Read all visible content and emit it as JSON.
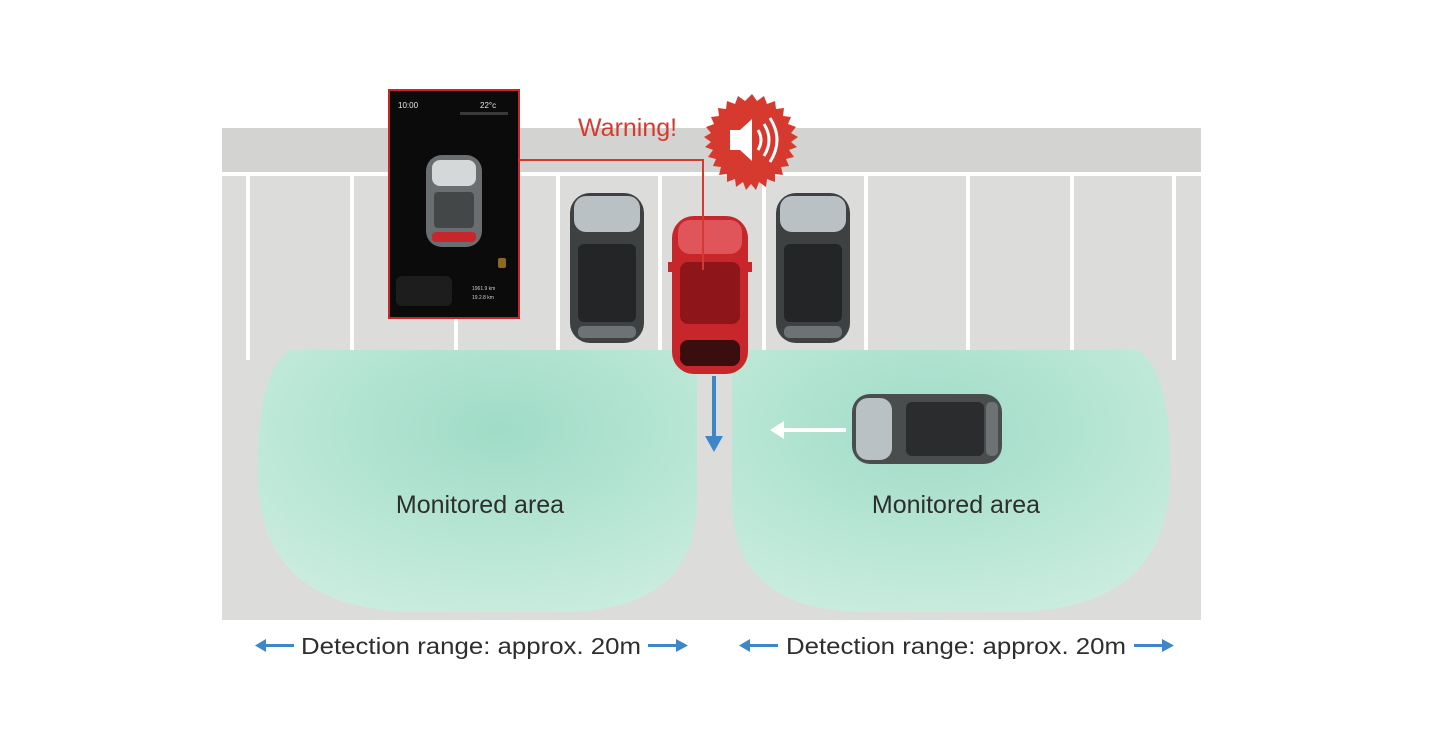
{
  "cluster": {
    "time": "10:00",
    "temp": "22°c",
    "odometer": "1961.9 km",
    "trip": "19.2.8 km"
  },
  "warning": {
    "text": "Warning!",
    "icon": "speaker-sound-icon"
  },
  "areas": [
    {
      "label": "Monitored area"
    },
    {
      "label": "Monitored area"
    }
  ],
  "ranges": [
    {
      "label": "Detection range: approx. 20m"
    },
    {
      "label": "Detection range: approx. 20m"
    }
  ],
  "colors": {
    "pavement": "#dcdcdb",
    "top_lane": "#d6d6d4",
    "zone": "#b6e6d4",
    "warning": "#d63a2f",
    "arrow": "#3f86c8",
    "own_car": "#c7262b",
    "other_car": "#4a4d4e"
  }
}
